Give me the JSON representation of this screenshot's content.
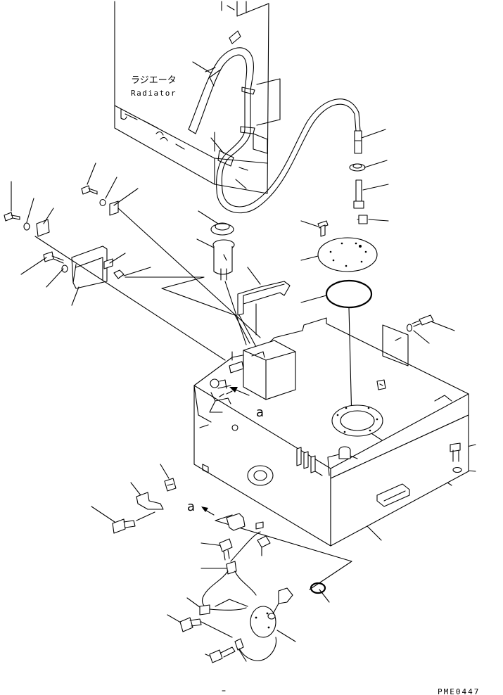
{
  "labels": {
    "radiator_ja": "ラジエータ",
    "radiator_en": "Radiator",
    "view_marker_upper": "a",
    "view_marker_lower": "a",
    "drawing_code": "PME0447"
  }
}
